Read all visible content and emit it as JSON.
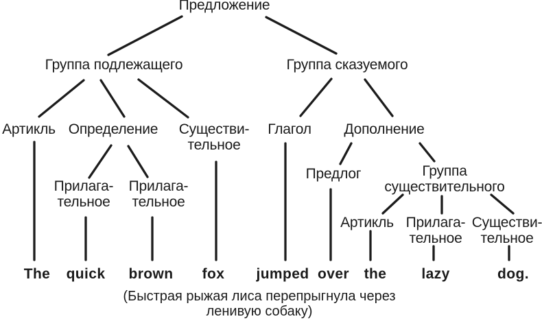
{
  "diagram": {
    "background_color": "#ffffff",
    "line_color": "#1c1c1c",
    "text_color": "#1a1a1a",
    "nodes": [
      {
        "id": "sentence",
        "label": "Предложение"
      },
      {
        "id": "subject-group",
        "label": "Группа подлежащего"
      },
      {
        "id": "predicate-group",
        "label": "Группа сказуемого"
      },
      {
        "id": "article-1",
        "label": "Артикль"
      },
      {
        "id": "attribute",
        "label": "Определение"
      },
      {
        "id": "noun-1",
        "label": "Существи-\nтельное"
      },
      {
        "id": "verb",
        "label": "Глагол"
      },
      {
        "id": "object",
        "label": "Дополнение"
      },
      {
        "id": "adjective-1",
        "label": "Прилага-\nтельное"
      },
      {
        "id": "adjective-2",
        "label": "Прилага-\nтельное"
      },
      {
        "id": "preposition",
        "label": "Предлог"
      },
      {
        "id": "noun-group",
        "label": "Группа\nсуществительного"
      },
      {
        "id": "article-2",
        "label": "Артикль"
      },
      {
        "id": "adjective-3",
        "label": "Прилага-\nтельное"
      },
      {
        "id": "noun-2",
        "label": "Существи-\nтельное"
      }
    ],
    "sentence_words": [
      "The",
      "quick",
      "brown",
      "fox",
      "jumped",
      "over",
      "the",
      "lazy",
      "dog."
    ],
    "caption": "(Быстрая рыжая лиса перепрыгнула через\nленивую собаку)"
  }
}
